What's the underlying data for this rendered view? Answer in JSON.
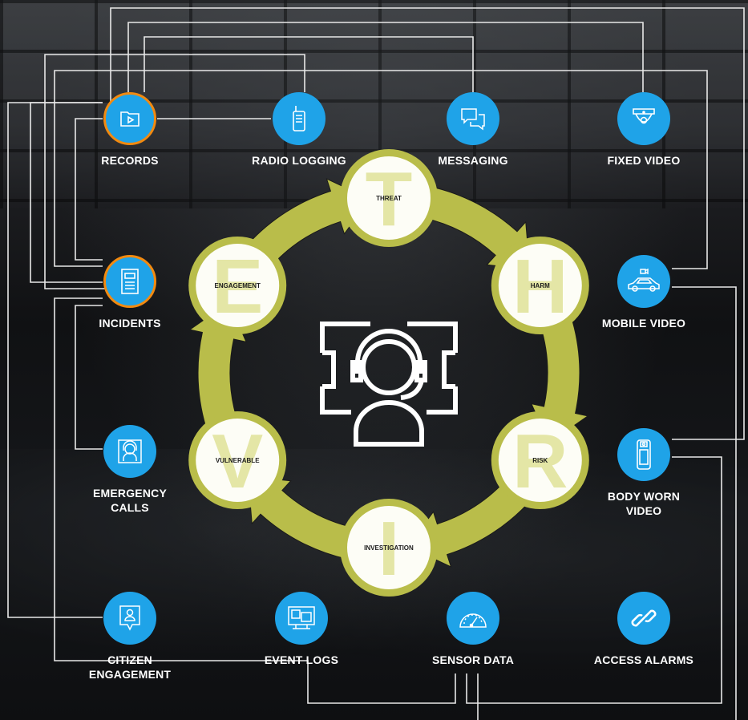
{
  "nodes": {
    "records": {
      "label": "RECORDS",
      "icon": "folder-play-icon"
    },
    "radio_logging": {
      "label": "RADIO LOGGING",
      "icon": "radio-icon"
    },
    "messaging": {
      "label": "MESSAGING",
      "icon": "chat-icon"
    },
    "fixed_video": {
      "label": "FIXED VIDEO",
      "icon": "security-camera-icon"
    },
    "incidents": {
      "label": "INCIDENTS",
      "icon": "document-icon"
    },
    "mobile_video": {
      "label": "MOBILE VIDEO",
      "icon": "police-car-icon"
    },
    "emergency_calls": {
      "label": "EMERGENCY CALLS",
      "line1": "EMERGENCY",
      "line2": "CALLS",
      "icon": "headset-operator-icon"
    },
    "body_worn_video": {
      "label": "BODY WORN VIDEO",
      "line1": "BODY WORN",
      "line2": "VIDEO",
      "icon": "body-camera-icon"
    },
    "citizen_engagement": {
      "label": "CITIZEN ENGAGEMENT",
      "line1": "CITIZEN",
      "line2": "ENGAGEMENT",
      "icon": "user-bubble-icon"
    },
    "event_logs": {
      "label": "EVENT LOGS",
      "icon": "monitor-icon"
    },
    "sensor_data": {
      "label": "SENSOR DATA",
      "icon": "gauge-icon"
    },
    "access_alarms": {
      "label": "ACCESS ALARMS",
      "icon": "link-icon"
    }
  },
  "cycle": {
    "stages": [
      {
        "letter": "T",
        "label": "THREAT"
      },
      {
        "letter": "H",
        "label": "HARM"
      },
      {
        "letter": "R",
        "label": "RISK"
      },
      {
        "letter": "I",
        "label": "INVESTIGATION"
      },
      {
        "letter": "V",
        "label": "VULNERABLE"
      },
      {
        "letter": "E",
        "label": "ENGAGEMENT"
      }
    ],
    "center_icon": "operator-headset-icon"
  },
  "colors": {
    "node_blue": "#1fa3e8",
    "highlight_orange": "#f28a10",
    "cycle_olive": "#b9bd4a",
    "letter_fill": "#e4e6a6",
    "connector": "#e8e8e8"
  }
}
